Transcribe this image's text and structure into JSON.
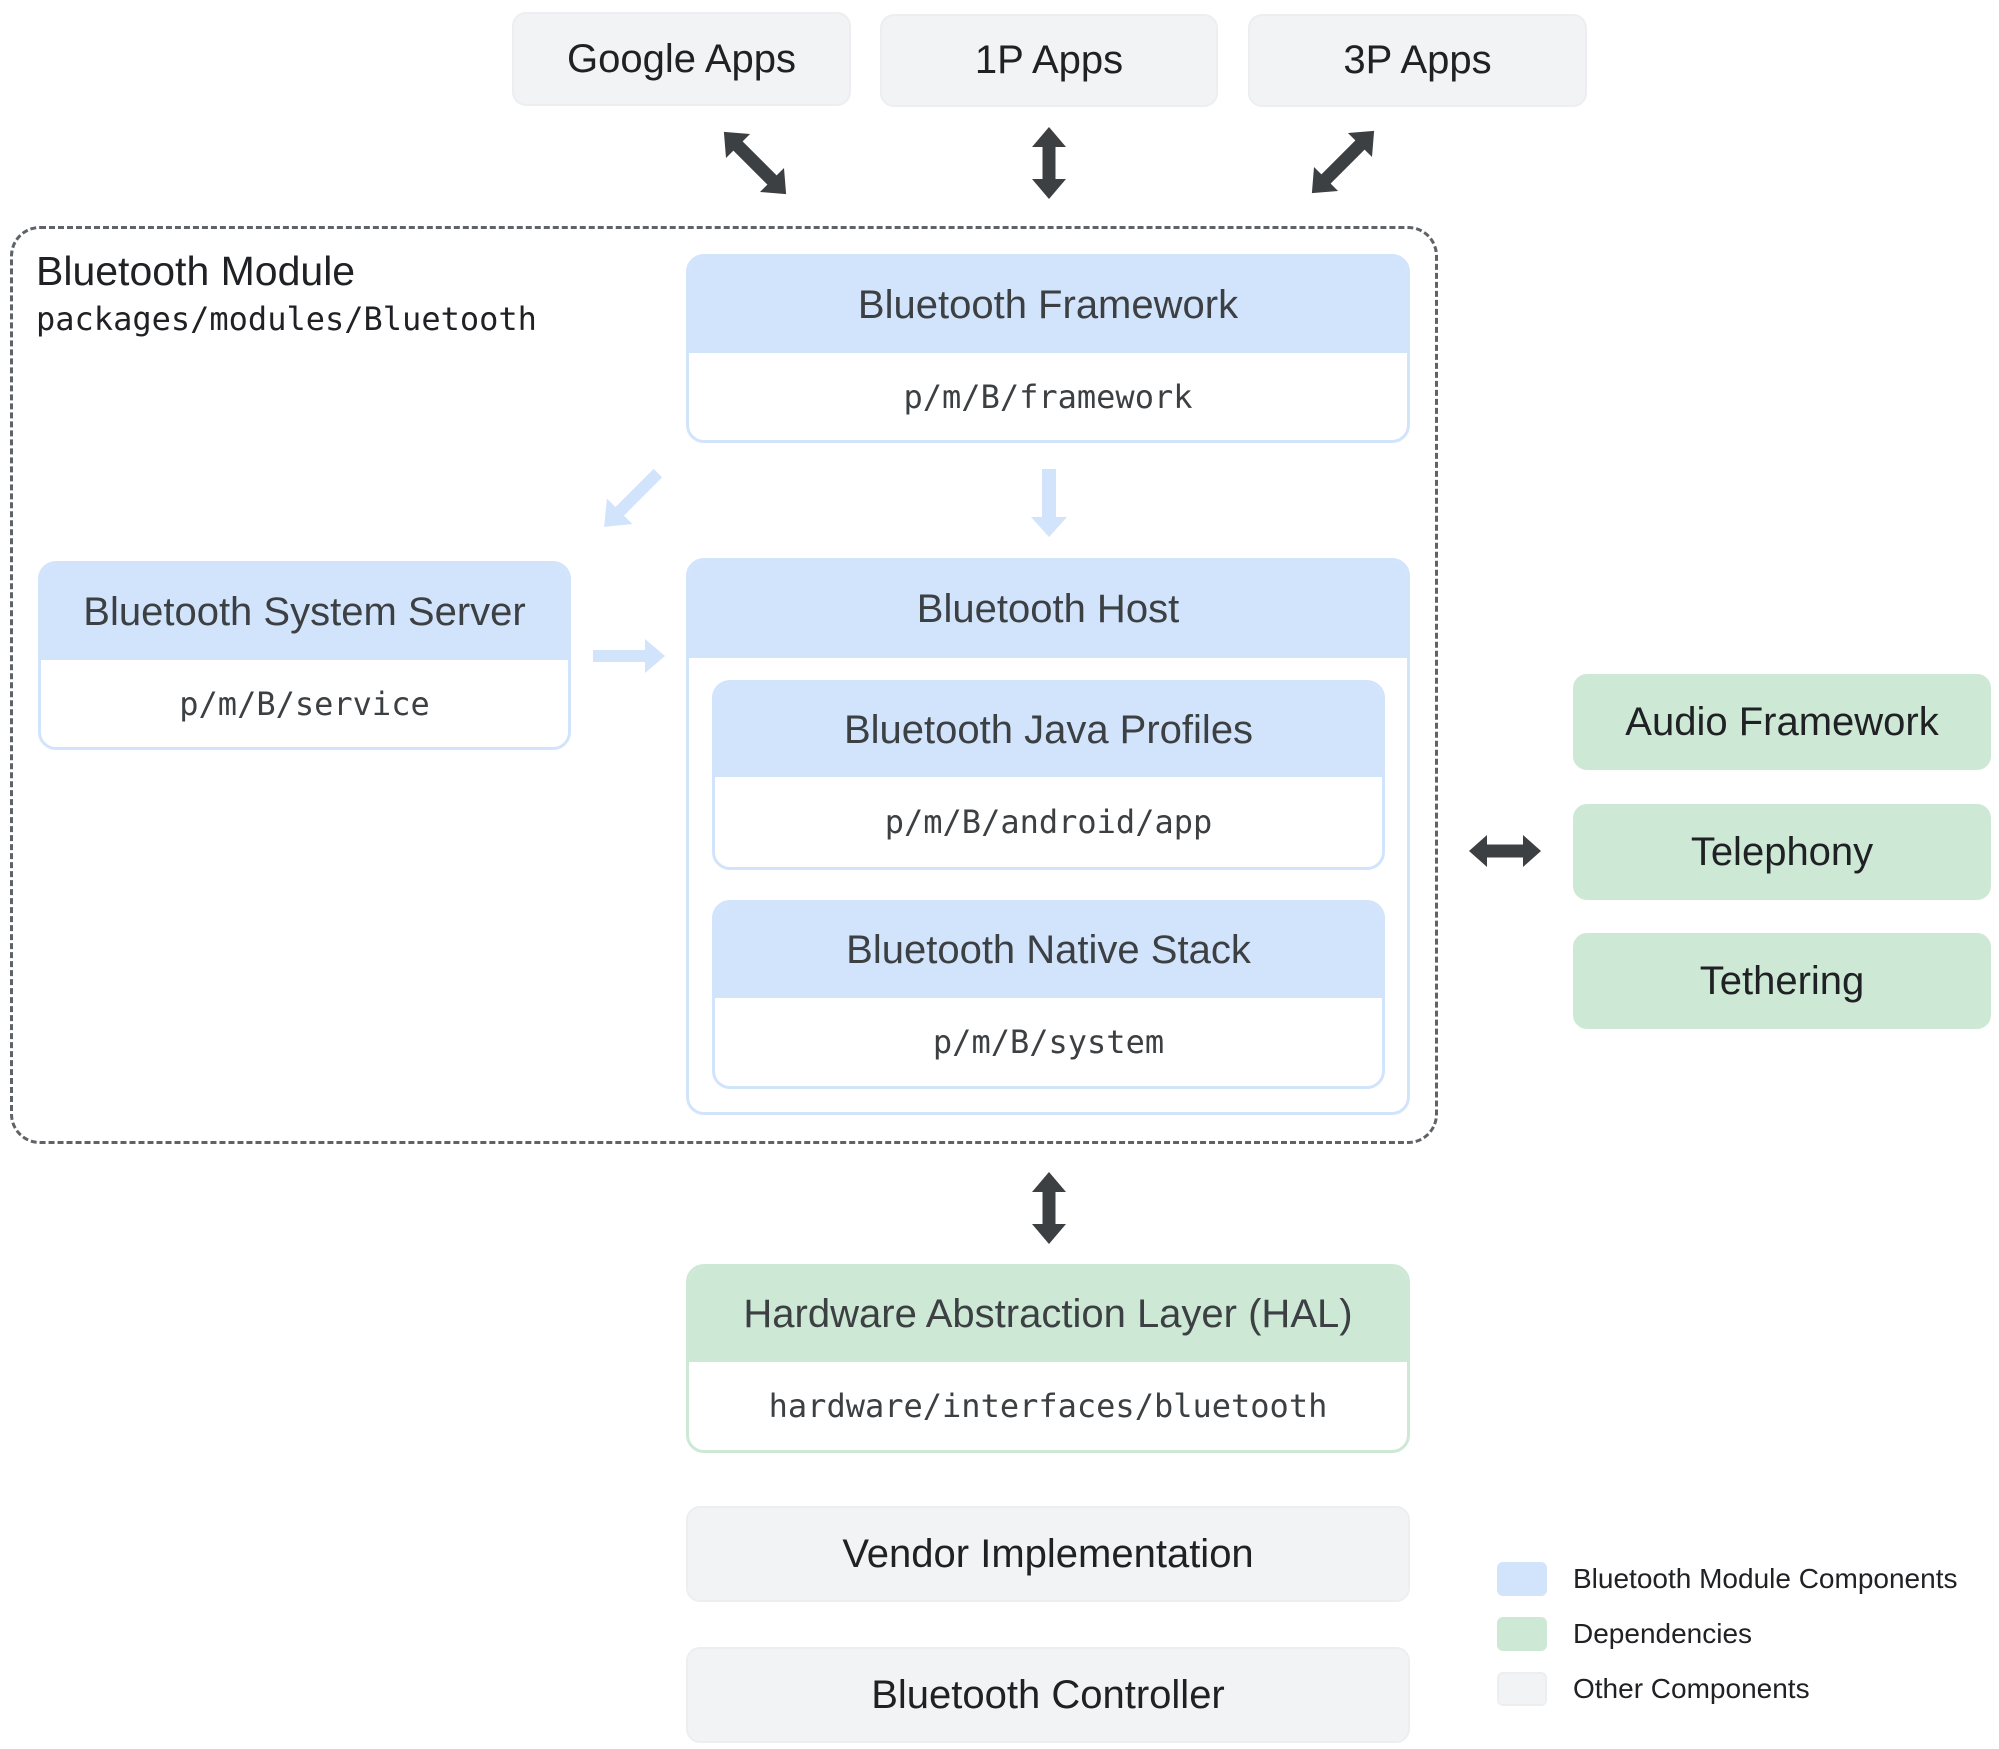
{
  "apps": {
    "google": "Google Apps",
    "first_party": "1P Apps",
    "third_party": "3P Apps"
  },
  "module": {
    "title": "Bluetooth Module",
    "path": "packages/modules/Bluetooth"
  },
  "framework": {
    "title": "Bluetooth Framework",
    "path": "p/m/B/framework"
  },
  "system_server": {
    "title": "Bluetooth System Server",
    "path": "p/m/B/service"
  },
  "host": {
    "title": "Bluetooth Host",
    "java_profiles": {
      "title": "Bluetooth Java Profiles",
      "path": "p/m/B/android/app"
    },
    "native_stack": {
      "title": "Bluetooth Native Stack",
      "path": "p/m/B/system"
    }
  },
  "dependencies": {
    "audio": "Audio Framework",
    "telephony": "Telephony",
    "tethering": "Tethering"
  },
  "hal": {
    "title": "Hardware Abstraction Layer (HAL)",
    "path": "hardware/interfaces/bluetooth"
  },
  "vendor": "Vendor Implementation",
  "controller": "Bluetooth Controller",
  "legend": [
    {
      "label": "Bluetooth Module Components",
      "color": "#d2e3fc"
    },
    {
      "label": "Dependencies",
      "color": "#cee8d6"
    },
    {
      "label": "Other Components",
      "color": "#f1f3f4"
    }
  ],
  "colors": {
    "module_component": "#d2e3fc",
    "dependency": "#cee8d6",
    "other": "#f1f3f4",
    "arrow_dark": "#3c4043",
    "arrow_light": "#d2e3fc"
  }
}
